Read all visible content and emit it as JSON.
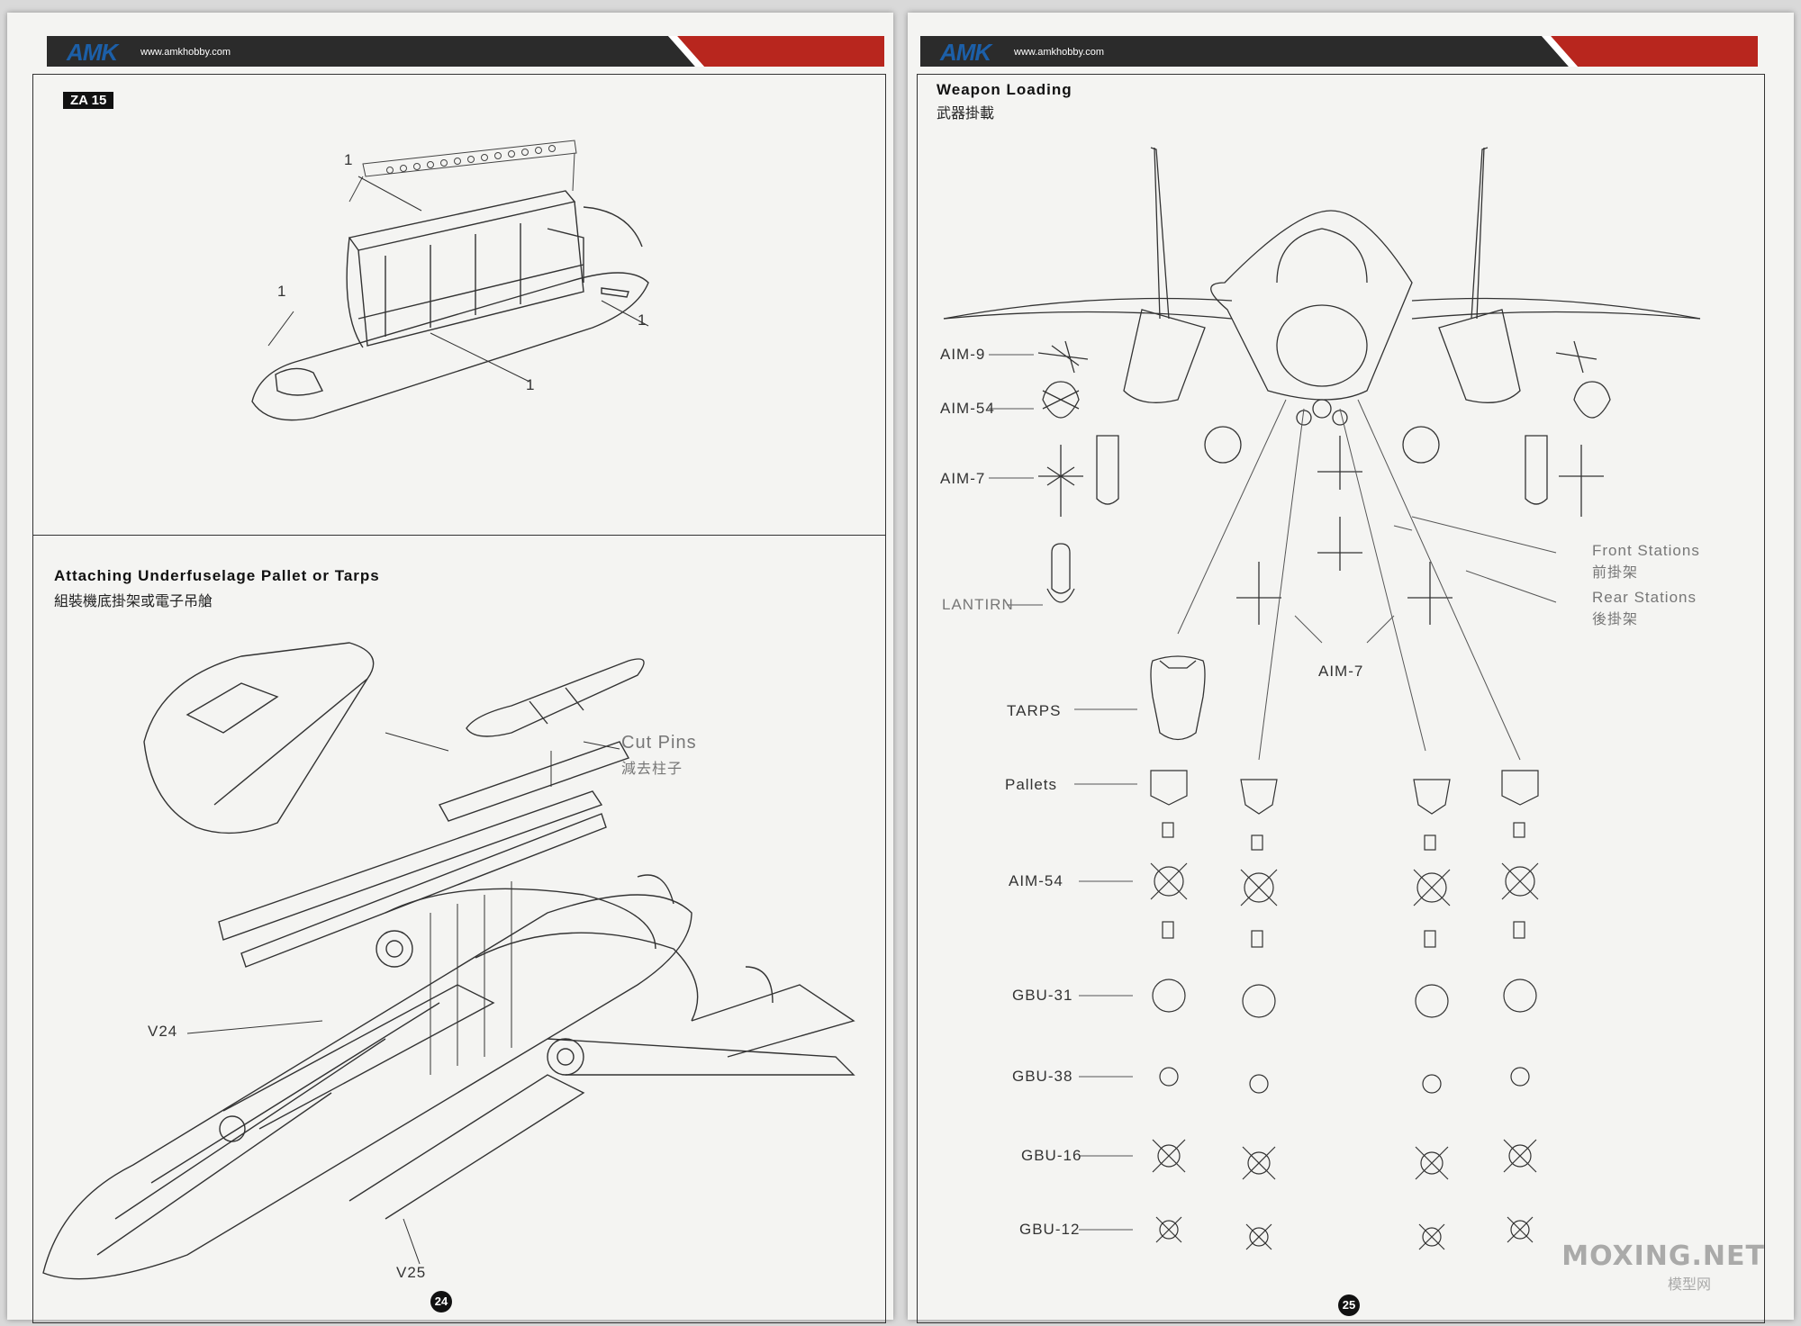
{
  "brand": {
    "logo": "AMK",
    "site": "www.amkhobby.com"
  },
  "left_page": {
    "step_badge": "ZA 15",
    "top_callouts": [
      "1",
      "1",
      "1",
      "1"
    ],
    "section_title": "Attaching Underfuselage Pallet or Tarps",
    "section_subtitle": "組裝機底掛架或電子吊艙",
    "cut_pins": "Cut Pins",
    "cut_pins_sub": "減去柱子",
    "part_v24": "V24",
    "part_v25": "V25",
    "page_number": "24"
  },
  "right_page": {
    "section_title": "Weapon Loading",
    "section_subtitle": "武器掛載",
    "labels": {
      "aim9": "AIM-9",
      "aim54_top": "AIM-54",
      "aim7_top": "AIM-7",
      "lantirn": "LANTIRN",
      "tarps": "TARPS",
      "pallets": "Pallets",
      "aim54": "AIM-54",
      "gbu31": "GBU-31",
      "gbu38": "GBU-38",
      "gbu16": "GBU-16",
      "gbu12": "GBU-12",
      "aim7_center": "AIM-7",
      "front_stations": "Front Stations",
      "front_stations_sub": "前掛架",
      "rear_stations": "Rear Stations",
      "rear_stations_sub": "後掛架"
    },
    "page_number": "25"
  },
  "watermark": {
    "name": "MOXING.NET",
    "sub": "模型网"
  },
  "colors": {
    "header_dark": "#2b2b2b",
    "header_red": "#b8261e",
    "logo_blue": "#1c5fa8"
  }
}
